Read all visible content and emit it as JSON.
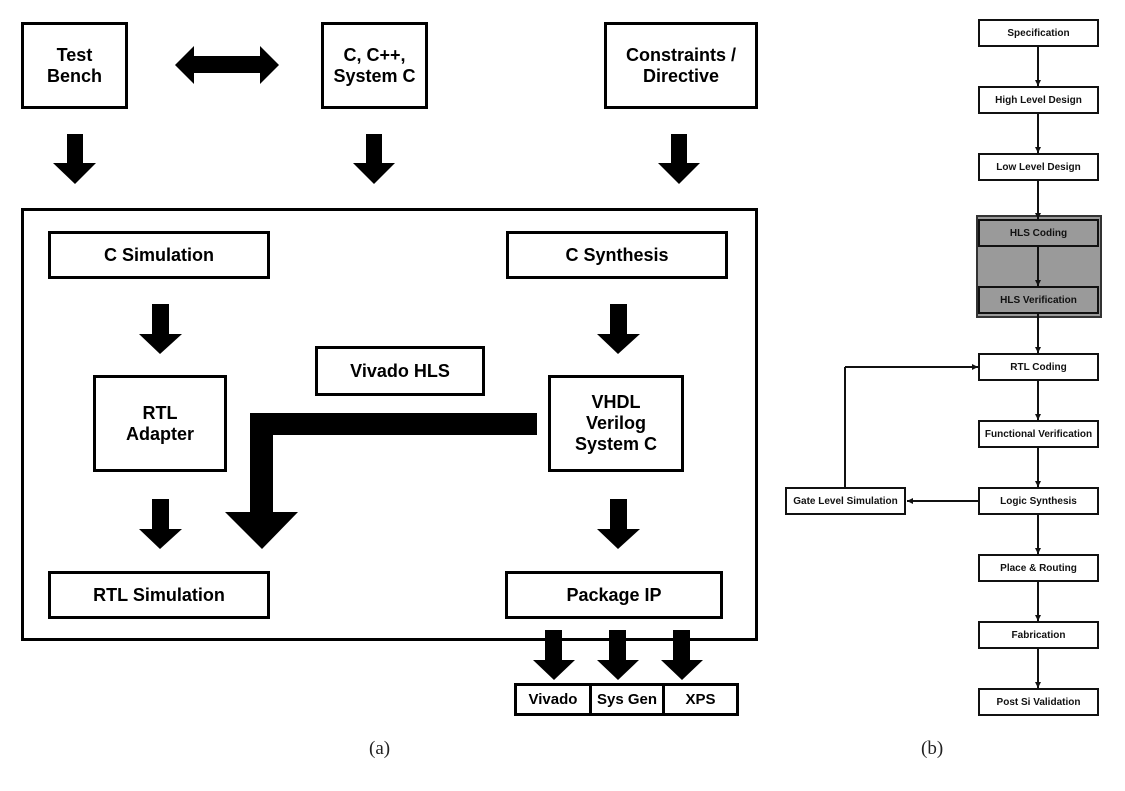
{
  "diagram_a": {
    "caption": "(a)",
    "inputs": {
      "test_bench": "Test\nBench",
      "source_lang": "C, C++,\nSystem C",
      "constraints": "Constraints /\nDirective"
    },
    "tool_label": "Vivado HLS",
    "steps": {
      "c_simulation": "C Simulation",
      "c_synthesis": "C Synthesis",
      "rtl_adapter": "RTL\nAdapter",
      "hdl_output": "VHDL\nVerilog\nSystem C",
      "rtl_simulation": "RTL Simulation",
      "package_ip": "Package IP"
    },
    "targets": [
      "Vivado",
      "Sys Gen",
      "XPS"
    ]
  },
  "diagram_b": {
    "caption": "(b)",
    "flow": [
      "Specification",
      "High Level Design",
      "Low Level Design",
      "HLS Coding",
      "HLS Verification",
      "RTL Coding",
      "Functional Verification",
      "Logic Synthesis",
      "Place & Routing",
      "Fabrication",
      "Post Si Validation"
    ],
    "side_step": "Gate Level Simulation",
    "highlight_group": [
      "HLS Coding",
      "HLS Verification"
    ],
    "highlight_color": "#9a9a9a"
  }
}
